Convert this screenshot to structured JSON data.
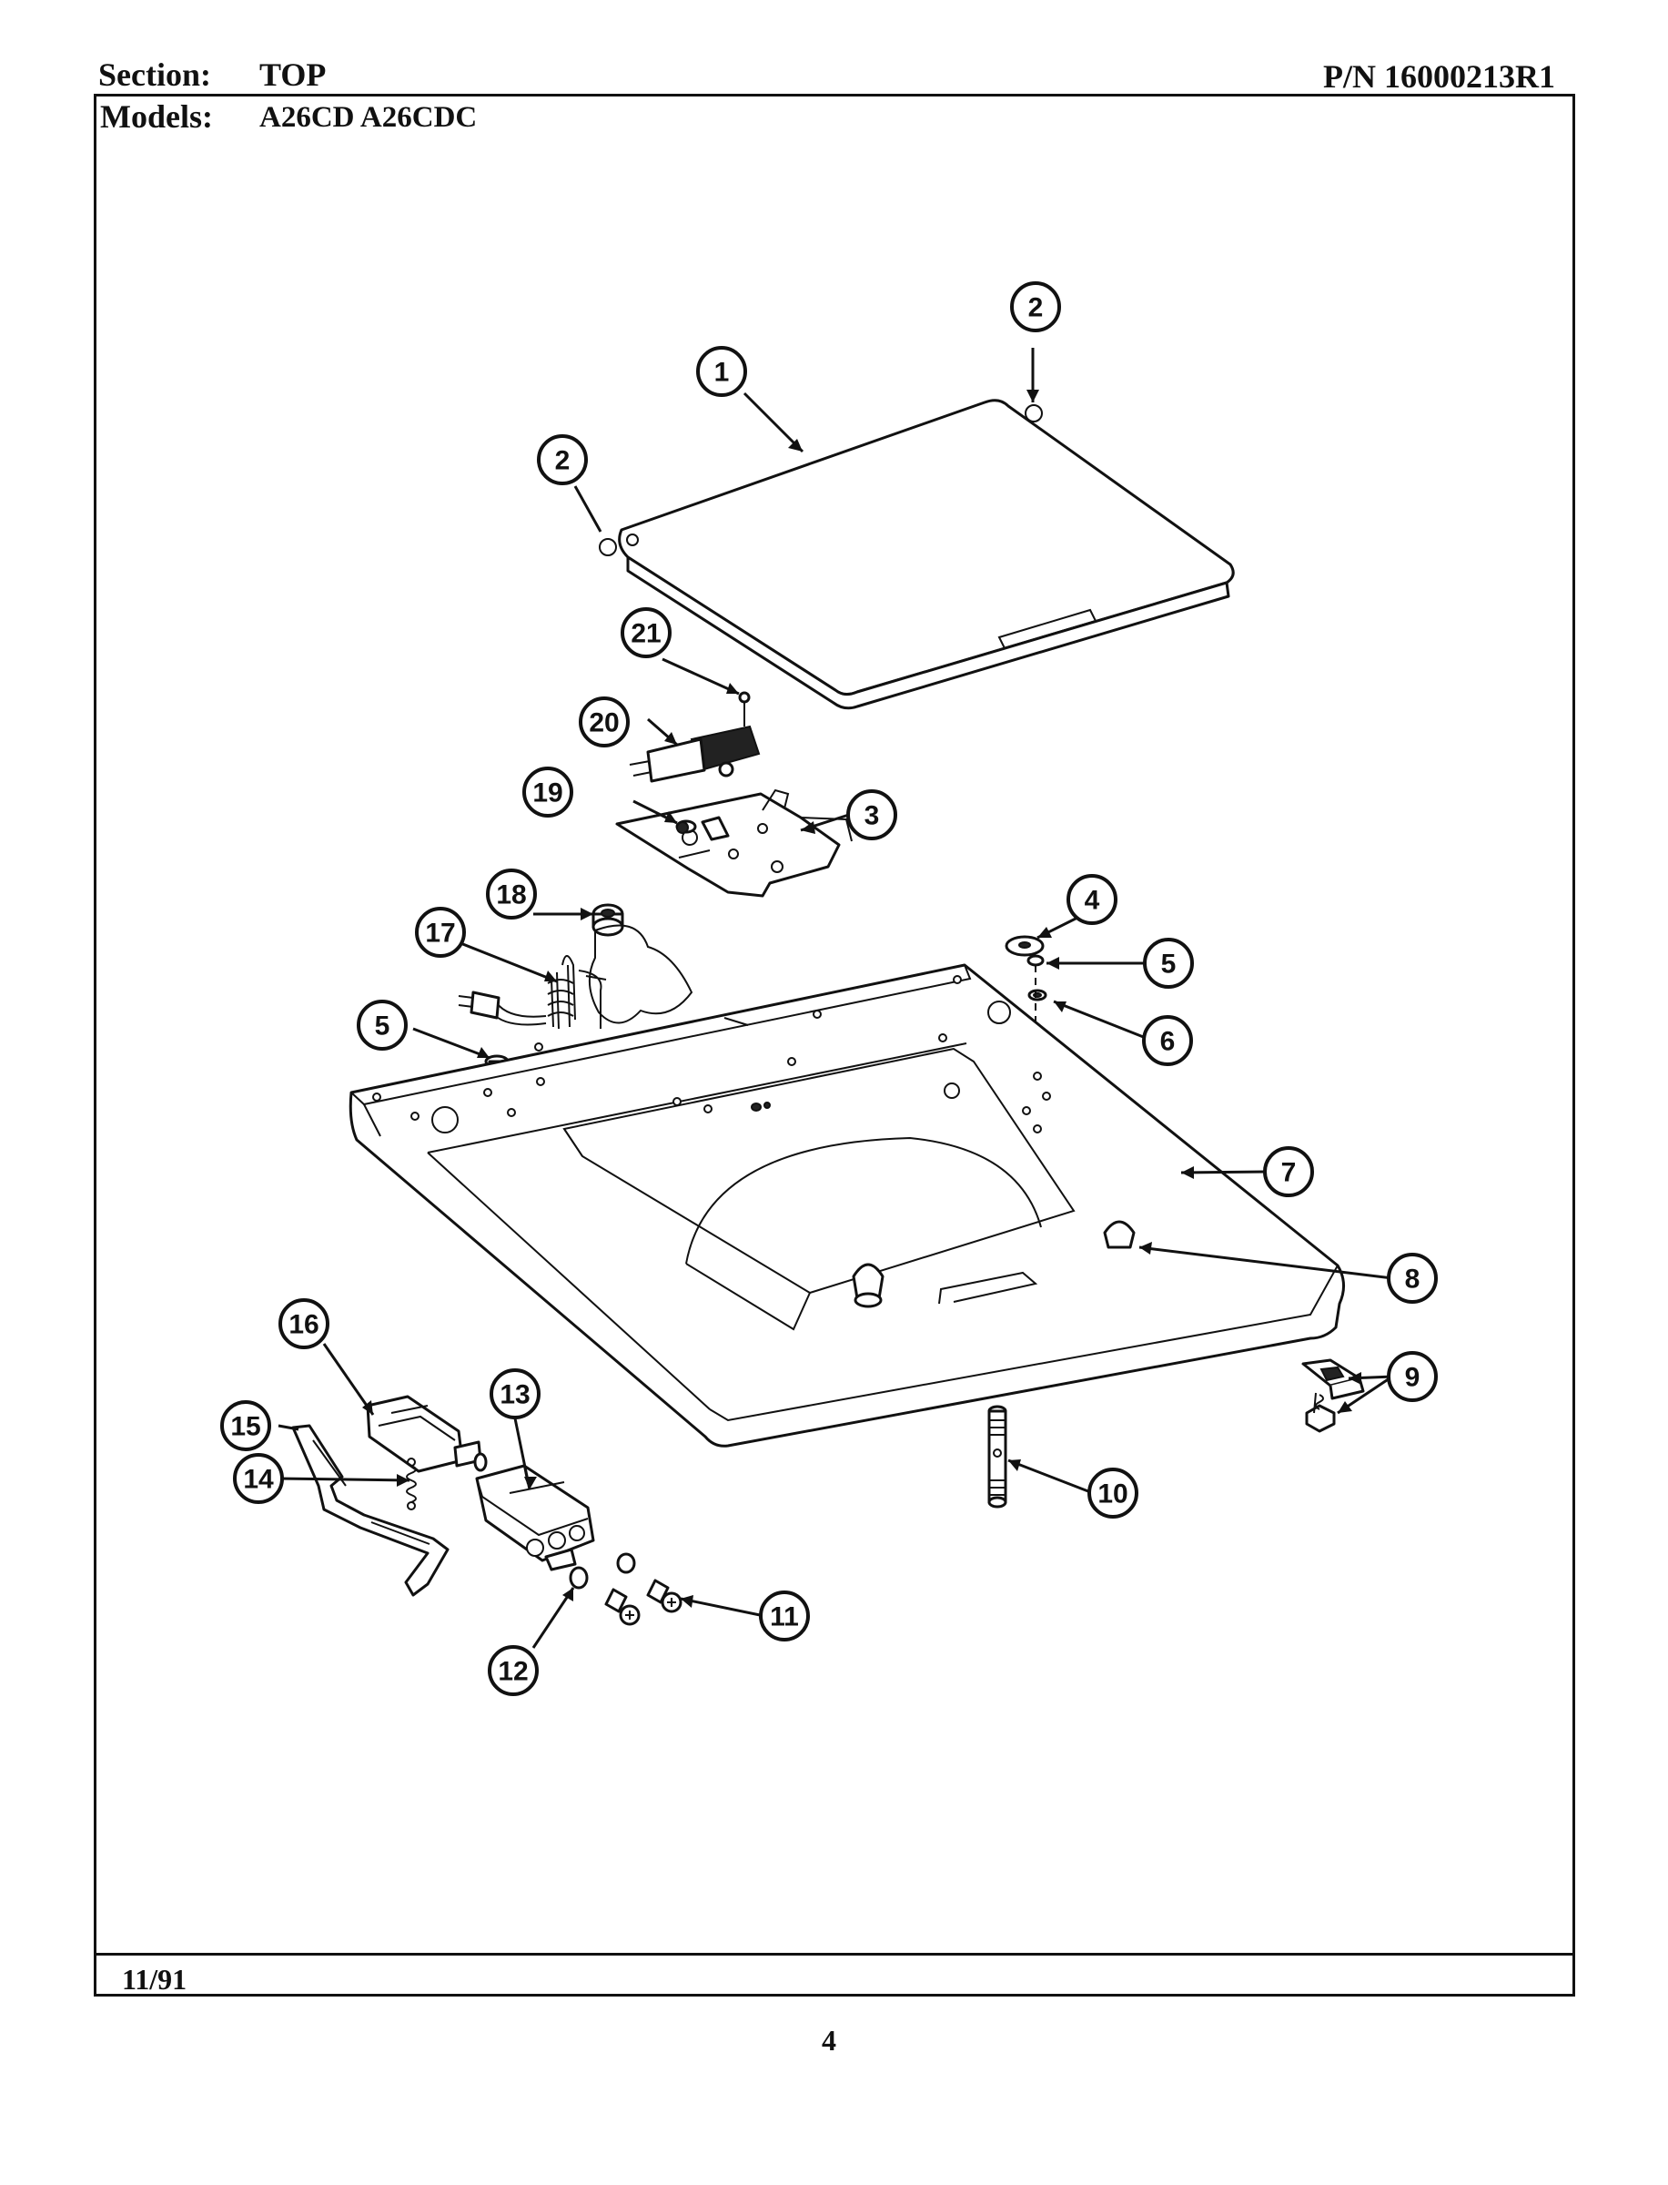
{
  "header": {
    "section_label": "Section:",
    "section_value": "TOP",
    "part_number": "P/N 16000213R1",
    "models_label": "Models:",
    "models_value": "A26CD A26CDC"
  },
  "footer": {
    "date": "11/91",
    "page_number": "4"
  },
  "callouts": [
    "1",
    "2",
    "2",
    "3",
    "4",
    "5",
    "5",
    "6",
    "7",
    "8",
    "9",
    "10",
    "11",
    "12",
    "13",
    "14",
    "15",
    "16",
    "17",
    "18",
    "19",
    "20",
    "21"
  ]
}
